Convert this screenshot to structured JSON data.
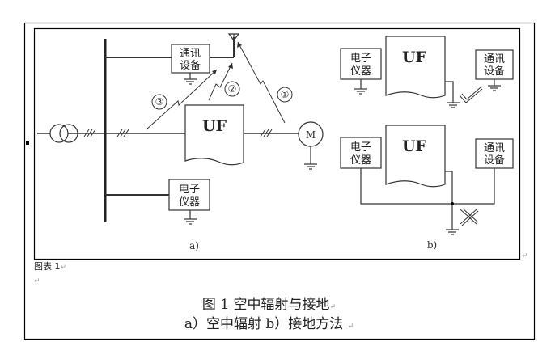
{
  "diagram_a": {
    "comm_device": [
      "通讯",
      "设备"
    ],
    "electronic_instrument": [
      "电子",
      "仪器"
    ],
    "uf_label": "UF",
    "motor_label": "M",
    "path_labels": [
      "①",
      "②",
      "③"
    ],
    "sub_label": "a)"
  },
  "diagram_b": {
    "top": {
      "electronic_instrument": [
        "电子",
        "仪器"
      ],
      "uf_label": "UF",
      "comm_device": [
        "通讯",
        "设备"
      ],
      "status": "correct"
    },
    "bottom": {
      "electronic_instrument": [
        "电子",
        "仪器"
      ],
      "uf_label": "UF",
      "comm_device": [
        "通讯",
        "设备"
      ],
      "status": "wrong"
    },
    "sub_label": "b)"
  },
  "caption": {
    "small": "图表 1",
    "title": "图 1  空中辐射与接地",
    "subtitle": "a）空中辐射   b）接地方法",
    "paragraph_mark": "↵"
  }
}
